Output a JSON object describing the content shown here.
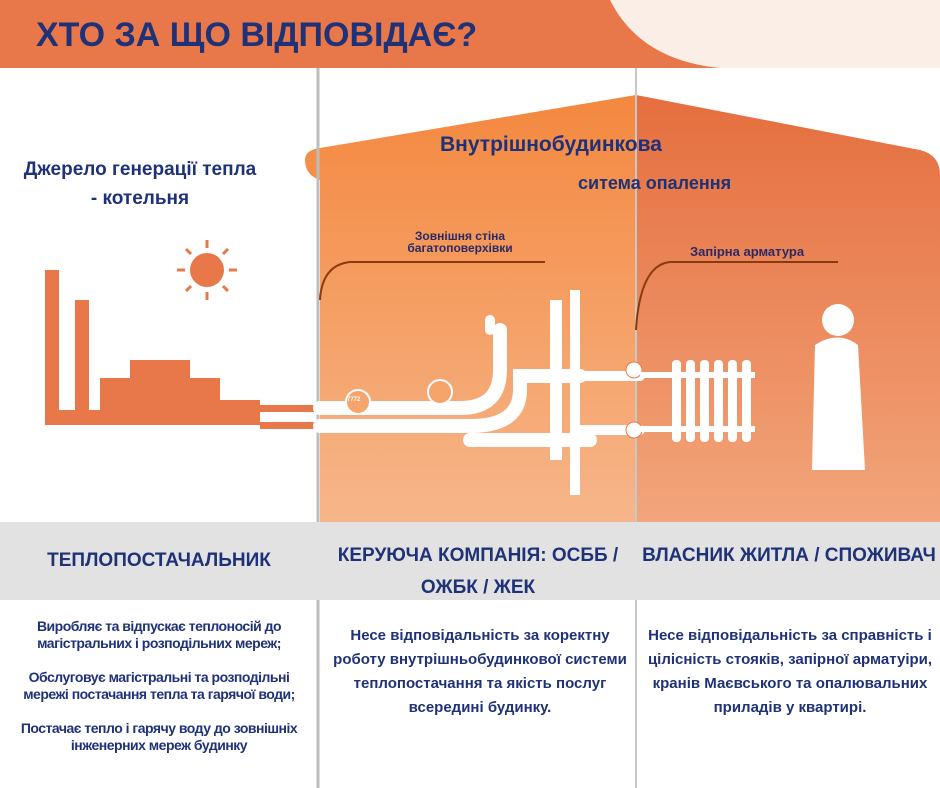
{
  "header": {
    "title": "ХТО ЗА ЩО ВІДПОВІДАЄ?"
  },
  "illustration": {
    "source_label": "Джерело генерації тепла - котельня",
    "system_label_line1": "Внутрішнобудинкова",
    "system_label_line2": "ситема опалення",
    "wall_label": "Зовнішня стіна багатоповерхівки",
    "valve_label": "Запірна арматура",
    "meter_reading": "7772"
  },
  "columns": [
    {
      "heading": "ТЕПЛОПОСТАЧАЛЬНИК",
      "description": [
        "Виробляє та відпускає теплоносій до магістральних і розподільних мереж;",
        "Обслуговує магістральні та розподільні мережі постачання тепла та гарячої води;",
        "Постачає тепло і гарячу воду до зовнішніх інженерних мереж будинку"
      ]
    },
    {
      "heading": "КЕРУЮЧА КОМПАНІЯ: ОСББ / ОЖБК / ЖЕК",
      "description": "Несе відповідальність за коректну роботу внутрішньобудинкової системи теплопостачання  та якість послуг всередині будинку."
    },
    {
      "heading": "ВЛАСНИК ЖИТЛА / СПОЖИВАЧ",
      "description": "Несе відповідальність за справність і цілісність стояків, запірної арматуіри, кранів Маєвського та опалювальних приладів у квартирі."
    }
  ],
  "colors": {
    "header": "#e8784a",
    "house_left": "#f39352",
    "house_right": "#e9774a",
    "text": "#1f3278",
    "band": "#e2e2e2"
  }
}
